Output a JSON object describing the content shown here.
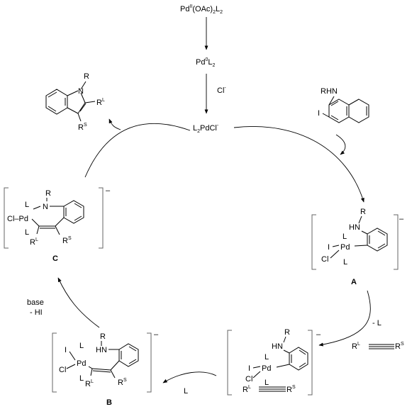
{
  "top": {
    "precatalyst": {
      "a": "Pd",
      "b": "II",
      "c": "(OAc)",
      "d": "2",
      "e": "L",
      "f": "2"
    },
    "pd0": {
      "a": "Pd",
      "b": "0",
      "c": "L",
      "d": "2"
    },
    "chloride": {
      "a": "Cl",
      "b": "-"
    },
    "active": {
      "a": "L",
      "b": "2",
      "c": "PdCl",
      "d": "-"
    }
  },
  "substrate": {
    "n": "RHN",
    "i": "I"
  },
  "product": {
    "r": "R",
    "n": "N",
    "rl": "R",
    "rl_sup": "L",
    "rs": "R",
    "rs_sup": "S"
  },
  "labels": {
    "A": "A",
    "B": "B",
    "C": "C",
    "base": "base",
    "minus_hi": "- HI",
    "minus_l": "- L",
    "l_step": "L",
    "charge": "–"
  },
  "alkyne": {
    "rl": "R",
    "rl_sup": "L",
    "rs": "R",
    "rs_sup": "S"
  },
  "complex_A": {
    "r": "R",
    "hn": "HN",
    "i": "I",
    "l1": "L",
    "pd": "Pd",
    "cl": "Cl",
    "l2": "L"
  },
  "complex_pi": {
    "r": "R",
    "hn": "HN",
    "i": "I",
    "l1": "L",
    "pd": "Pd",
    "cl": "Cl",
    "l2": "L",
    "rl": "R",
    "rl_sup": "L",
    "rs": "R",
    "rs_sup": "S"
  },
  "complex_B": {
    "r": "R",
    "hn": "HN",
    "i": "I",
    "l1": "L",
    "pd": "Pd",
    "cl": "Cl",
    "l2": "L",
    "rl": "R",
    "rl_sup": "L",
    "rs": "R",
    "rs_sup": "S"
  },
  "complex_C": {
    "r": "R",
    "n": "N",
    "l1": "L",
    "clpd": "Cl–Pd",
    "l2": "L",
    "rl": "R",
    "rl_sup": "L",
    "rs": "R",
    "rs_sup": "S"
  }
}
